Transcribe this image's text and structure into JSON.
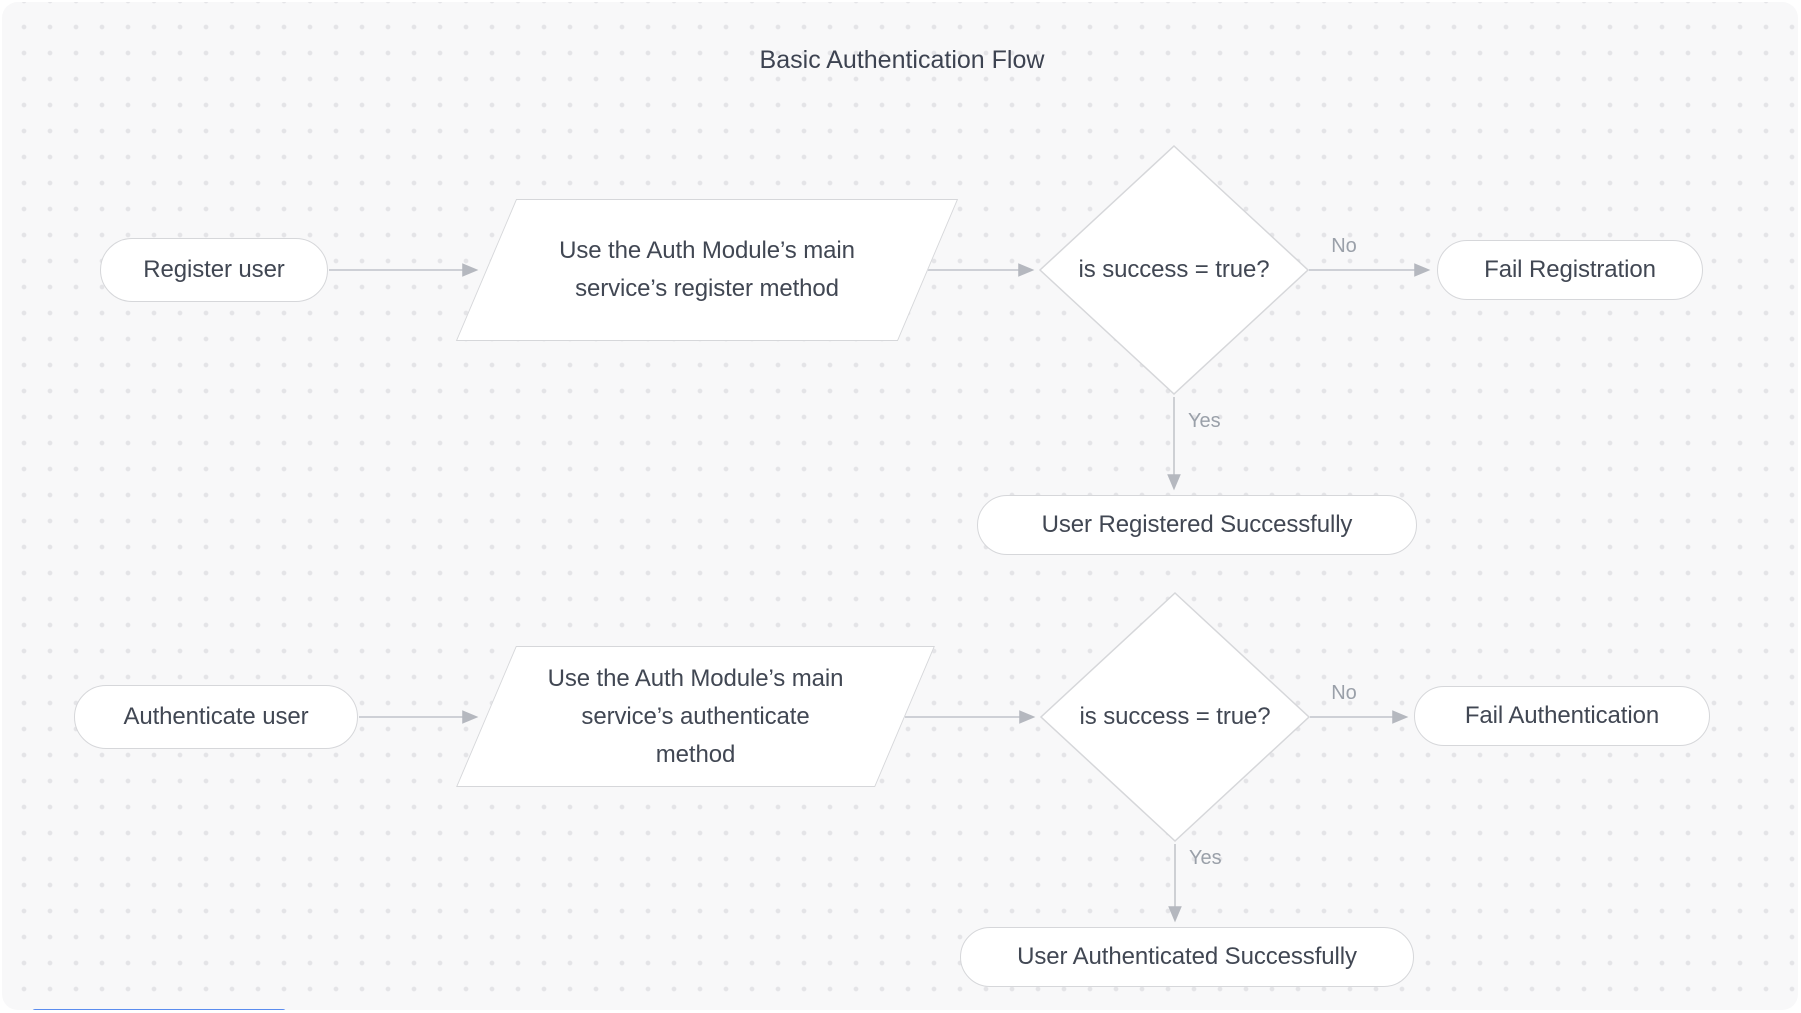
{
  "title": "Basic Authentication Flow",
  "flows": {
    "registration": {
      "start": "Register user",
      "process_lines": [
        "Use the Auth Module’s main",
        "service’s register method"
      ],
      "decision": "is success = true?",
      "no_label": "No",
      "yes_label": "Yes",
      "fail": "Fail Registration",
      "success": "User Registered Successfully"
    },
    "authentication": {
      "start": "Authenticate user",
      "process_lines": [
        "Use the Auth Module’s main",
        "service’s authenticate",
        "method"
      ],
      "decision": "is success = true?",
      "no_label": "No",
      "yes_label": "Yes",
      "fail": "Fail Authentication",
      "success": "User Authenticated Successfully"
    }
  },
  "colors": {
    "canvas_bg": "#f8f8f9",
    "grid_dot": "#e4e4e7",
    "node_fill": "#ffffff",
    "node_border": "#d6d7da",
    "node_text": "#414753",
    "edge_line": "#c9cbd0",
    "arrowhead": "#b5b8bf",
    "edge_label_text": "#9aa0a9",
    "scrollbar_accent": "#5b8def"
  }
}
